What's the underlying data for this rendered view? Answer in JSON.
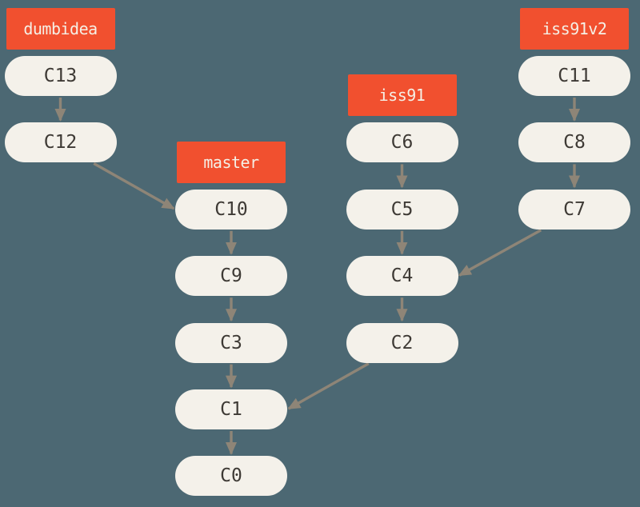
{
  "diagram": {
    "type": "git-commit-history-graph",
    "colors": {
      "background": "#4C6873",
      "branch_label_fill": "#F1502F",
      "branch_label_text": "#F5F0E6",
      "commit_node_fill": "#F4F1EA",
      "commit_node_text": "#3E3A35",
      "arrow": "#8E8577"
    },
    "branches": [
      {
        "id": "dumbidea",
        "label": "dumbidea",
        "col": 1,
        "row": 0
      },
      {
        "id": "master",
        "label": "master",
        "col": 2,
        "row": 2
      },
      {
        "id": "iss91",
        "label": "iss91",
        "col": 3,
        "row": 1
      },
      {
        "id": "iss91v2",
        "label": "iss91v2",
        "col": 4,
        "row": 0
      }
    ],
    "commits": [
      {
        "id": "C13",
        "label": "C13",
        "col": 1,
        "row": 0
      },
      {
        "id": "C12",
        "label": "C12",
        "col": 1,
        "row": 1
      },
      {
        "id": "C10",
        "label": "C10",
        "col": 2,
        "row": 2
      },
      {
        "id": "C9",
        "label": "C9",
        "col": 2,
        "row": 3
      },
      {
        "id": "C3",
        "label": "C3",
        "col": 2,
        "row": 4
      },
      {
        "id": "C1",
        "label": "C1",
        "col": 2,
        "row": 5
      },
      {
        "id": "C0",
        "label": "C0",
        "col": 2,
        "row": 6
      },
      {
        "id": "C6",
        "label": "C6",
        "col": 3,
        "row": 1
      },
      {
        "id": "C5",
        "label": "C5",
        "col": 3,
        "row": 2
      },
      {
        "id": "C4",
        "label": "C4",
        "col": 3,
        "row": 3
      },
      {
        "id": "C2",
        "label": "C2",
        "col": 3,
        "row": 4
      },
      {
        "id": "C11",
        "label": "C11",
        "col": 4,
        "row": 0
      },
      {
        "id": "C8",
        "label": "C8",
        "col": 4,
        "row": 1
      },
      {
        "id": "C7",
        "label": "C7",
        "col": 4,
        "row": 2
      }
    ],
    "edges": [
      {
        "from": "C13",
        "to": "C12",
        "fromAnchor": "bottom",
        "toAnchor": "top"
      },
      {
        "from": "C12",
        "to": "C10",
        "fromAnchor": "bottom-right",
        "toAnchor": "left"
      },
      {
        "from": "C10",
        "to": "C9",
        "fromAnchor": "bottom",
        "toAnchor": "top"
      },
      {
        "from": "C9",
        "to": "C3",
        "fromAnchor": "bottom",
        "toAnchor": "top"
      },
      {
        "from": "C3",
        "to": "C1",
        "fromAnchor": "bottom",
        "toAnchor": "top"
      },
      {
        "from": "C1",
        "to": "C0",
        "fromAnchor": "bottom",
        "toAnchor": "top"
      },
      {
        "from": "C6",
        "to": "C5",
        "fromAnchor": "bottom",
        "toAnchor": "top"
      },
      {
        "from": "C5",
        "to": "C4",
        "fromAnchor": "bottom",
        "toAnchor": "top"
      },
      {
        "from": "C4",
        "to": "C2",
        "fromAnchor": "bottom",
        "toAnchor": "top"
      },
      {
        "from": "C2",
        "to": "C1",
        "fromAnchor": "bottom-left",
        "toAnchor": "right"
      },
      {
        "from": "C11",
        "to": "C8",
        "fromAnchor": "bottom",
        "toAnchor": "top"
      },
      {
        "from": "C8",
        "to": "C7",
        "fromAnchor": "bottom",
        "toAnchor": "top"
      },
      {
        "from": "C7",
        "to": "C4",
        "fromAnchor": "bottom-left",
        "toAnchor": "right"
      }
    ]
  }
}
